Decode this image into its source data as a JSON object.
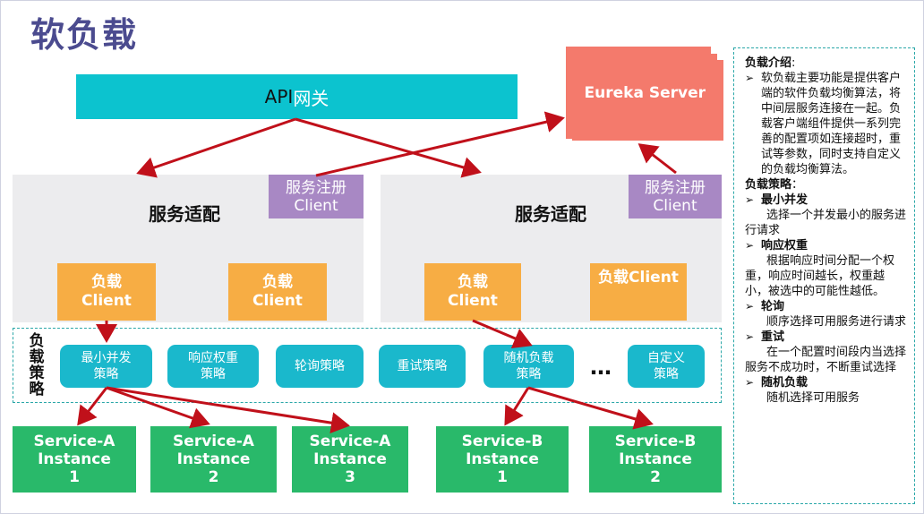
{
  "title": "软负载",
  "gateway": {
    "label_prefix": "API",
    "label_accent": "网关"
  },
  "eureka": {
    "label": "Eureka Server"
  },
  "adapters": [
    {
      "title": "服务适配",
      "register_line1": "服务注册",
      "register_line2": "Client",
      "lb_clients": [
        {
          "line1": "负载",
          "line2": "Client"
        },
        {
          "line1": "负载",
          "line2": "Client"
        }
      ]
    },
    {
      "title": "服务适配",
      "register_line1": "服务注册",
      "register_line2": "Client",
      "lb_clients": [
        {
          "line1": "负载",
          "line2": "Client"
        },
        {
          "line1": "负载Client",
          "line2": ""
        }
      ]
    }
  ],
  "strategy_label": [
    "负",
    "载",
    "策",
    "略"
  ],
  "strategies": [
    {
      "line1": "最小并发",
      "line2": "策略"
    },
    {
      "line1": "响应权重",
      "line2": "策略"
    },
    {
      "line1": "轮询策略",
      "line2": ""
    },
    {
      "line1": "重试策略",
      "line2": ""
    },
    {
      "line1": "随机负载",
      "line2": "策略"
    },
    {
      "line1": "自定义",
      "line2": "策略"
    }
  ],
  "ellipsis": "…",
  "services": [
    {
      "line1": "Service-A",
      "line2": "Instance",
      "line3": "1"
    },
    {
      "line1": "Service-A",
      "line2": "Instance",
      "line3": "2"
    },
    {
      "line1": "Service-A",
      "line2": "Instance",
      "line3": "3"
    },
    {
      "line1": "Service-B",
      "line2": "Instance",
      "line3": "1"
    },
    {
      "line1": "Service-B",
      "line2": "Instance",
      "line3": "2"
    }
  ],
  "sidebar": {
    "intro_heading": "负载介绍",
    "intro_colon": ":",
    "intro_text": "软负载主要功能是提供客户端的软件负载均衡算法，将中间层服务连接在一起。负载客户端组件提供一系列完善的配置项如连接超时，重试等参数，同时支持自定义的负载均衡算法。",
    "strategy_heading": "负载策略",
    "strategy_colon": "：",
    "items": [
      {
        "title": "最小并发",
        "desc": "选择一个并发最小的服务进行请求"
      },
      {
        "title": "响应权重",
        "desc": "根据响应时间分配一个权重，响应时间越长，权重越小，被选中的可能性越低。"
      },
      {
        "title": "轮询",
        "desc": "顺序选择可用服务进行请求"
      },
      {
        "title": "重试",
        "desc": "在一个配置时间段内当选择服务不成功时，不断重试选择"
      },
      {
        "title": "随机负载",
        "desc": "随机选择可用服务"
      }
    ]
  },
  "colors": {
    "title": "#4b4b8f",
    "gateway": "#0cc3cf",
    "eureka": "#f47a6c",
    "adapter_bg": "#ececee",
    "register": "#a888c4",
    "lb_client": "#f7ad44",
    "strategy": "#1ab8cc",
    "service": "#29b96a",
    "arrow": "#c0101a",
    "dashed": "#2aa7a8"
  }
}
